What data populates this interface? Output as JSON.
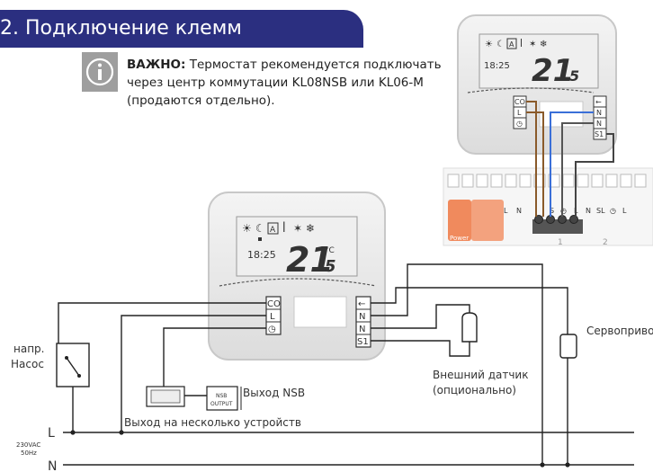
{
  "header": {
    "title": "2. Подключение клемм"
  },
  "note": {
    "bold": "ВАЖНО:",
    "text": " Термостат рекомендуется подключать через центр коммутации KL08NSB или KL06-M (продаются отдельно)."
  },
  "lcd": {
    "time": "18:25",
    "temp_main": "21",
    "temp_dec": "5",
    "unit": "°C"
  },
  "terminals_left": [
    "CO",
    "L",
    "◷"
  ],
  "terminals_right": [
    "←",
    "N",
    "N",
    "S1"
  ],
  "box_terminals": [
    "L",
    "N",
    "S",
    "◷",
    "L",
    "N",
    "SL",
    "◷",
    "L"
  ],
  "box": {
    "power_label": "Power",
    "zone1": "1",
    "zone2": "2"
  },
  "labels": {
    "pump": "напр. Насос",
    "actuator": "Сервопривод",
    "sensor": "Внешний датчик (опционально)",
    "nsb_output": "Выход NSB",
    "nsb_box_line1": "NSB",
    "nsb_box_line2": "OUTPUT",
    "multi": "Выход на несколько устройств",
    "rail_L": "L",
    "rail_N": "N",
    "supply_line1": "230VAC",
    "supply_line2": "50Hz"
  },
  "colors": {
    "header_bg": "#2b2f80",
    "wire_blue": "#3a6fd8",
    "wire_brown": "#8a5a2a",
    "box_accent": "#f08a5d"
  }
}
